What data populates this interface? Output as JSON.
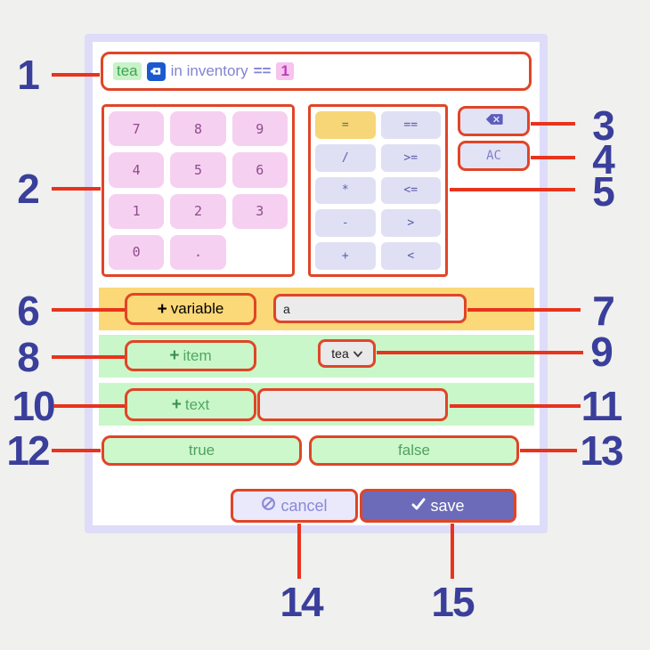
{
  "colors": {
    "annotation_red": "#e04527",
    "annotation_blue": "#3a3f9b",
    "keypad_pink": "#f6d0f0",
    "operator_lavender": "#e0e0f4",
    "equals_active_yellow": "#f7d677",
    "variable_row_yellow": "#fbd878",
    "item_row_green": "#c9f7c9",
    "save_purple": "#6b6bba",
    "item_chip_green": "#c8f3c8",
    "number_chip_pink": "#f6c4ee",
    "item_icon_blue": "#1b5ace"
  },
  "expression": {
    "item_name": "tea",
    "phrase": "in inventory",
    "operator": "==",
    "value": "1"
  },
  "keypad": {
    "keys": [
      "7",
      "8",
      "9",
      "4",
      "5",
      "6",
      "1",
      "2",
      "3",
      "0",
      "."
    ]
  },
  "operators": {
    "keys": [
      "=",
      "==",
      "/",
      ">=",
      "*",
      "<=",
      "-",
      ">",
      "+",
      "<"
    ],
    "active_key": "="
  },
  "side_buttons": {
    "backspace_icon": "backspace",
    "ac_label": "AC"
  },
  "builder_rows": {
    "variable": {
      "plus": "+",
      "label": "variable",
      "input_value": "a"
    },
    "item": {
      "plus": "+",
      "label": "item",
      "selected_option": "tea"
    },
    "text": {
      "plus": "+",
      "label": "text",
      "input_value": ""
    },
    "booleans": {
      "true_label": "true",
      "false_label": "false"
    }
  },
  "footer": {
    "cancel_label": "cancel",
    "save_label": "save"
  },
  "icons": {
    "backspace": "erase-left glyph",
    "cancel": "circle-slash",
    "save": "checkmark",
    "item": "blue mug tile",
    "select_chevron": "chevron-down"
  },
  "annotations": {
    "labels": [
      "1",
      "2",
      "3",
      "4",
      "5",
      "6",
      "7",
      "8",
      "9",
      "10",
      "11",
      "12",
      "13",
      "14",
      "15"
    ]
  }
}
